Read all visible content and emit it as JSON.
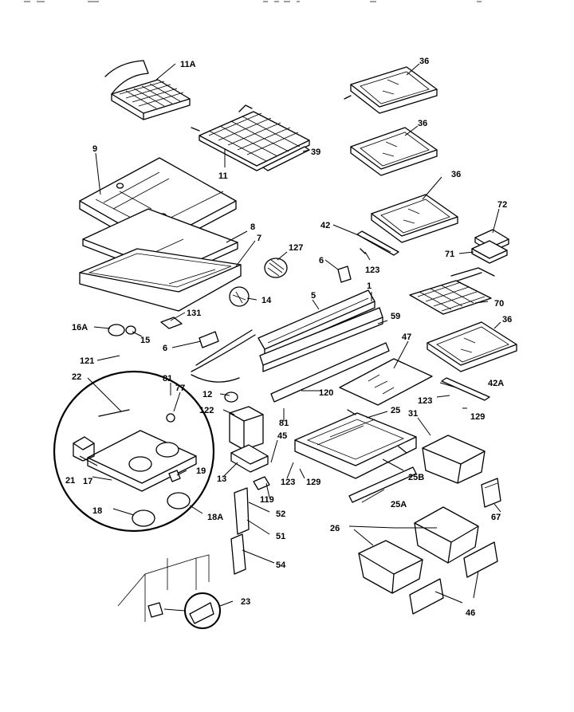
{
  "diagram": {
    "labels": {
      "p11A": "11A",
      "p36a": "36",
      "p36b": "36",
      "p36c": "36",
      "p36d": "36",
      "p9": "9",
      "p11": "11",
      "p39": "39",
      "p8": "8",
      "p7": "7",
      "p127": "127",
      "p42": "42",
      "p72": "72",
      "p71": "71",
      "p6a": "6",
      "p123a": "123",
      "p14": "14",
      "p1": "1",
      "p5": "5",
      "p70": "70",
      "p131": "131",
      "p59": "59",
      "p16A": "16A",
      "p15": "15",
      "p6b": "6",
      "p121": "121",
      "p47": "47",
      "p22": "22",
      "p81a": "81",
      "p77": "77",
      "p12": "12",
      "p120": "120",
      "p42A": "42A",
      "p122": "122",
      "p81b": "81",
      "p25": "25",
      "p31": "31",
      "p123b": "123",
      "p129a": "129",
      "p45": "45",
      "p21": "21",
      "p17": "17",
      "p19": "19",
      "p13": "13",
      "p123c": "123",
      "p129b": "129",
      "p25B": "25B",
      "p119": "119",
      "p52": "52",
      "p25A": "25A",
      "p18": "18",
      "p18A": "18A",
      "p67": "67",
      "p26": "26",
      "p51": "51",
      "p54": "54",
      "p46": "46",
      "p23": "23"
    }
  }
}
